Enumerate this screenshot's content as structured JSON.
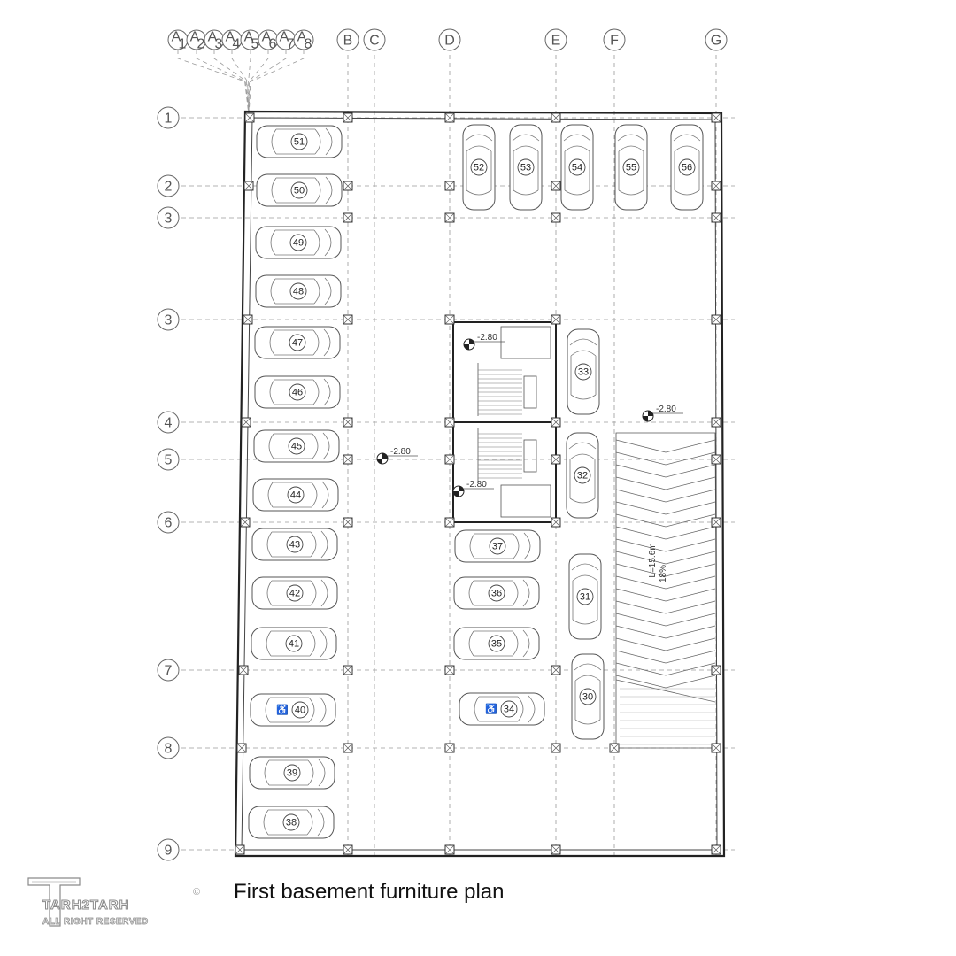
{
  "title": "First basement furniture plan",
  "logo": {
    "name": "TARH2TARH",
    "rights": "ALL RIGHT RESERVED",
    "copyright": "©"
  },
  "grid": {
    "columns_top": [
      "A1",
      "A2",
      "A3",
      "A4",
      "A5",
      "A6",
      "A7",
      "A8",
      "B",
      "C",
      "D",
      "E",
      "F",
      "G"
    ],
    "rows_left": [
      "1",
      "2",
      "3",
      "3",
      "4",
      "5",
      "6",
      "7",
      "8",
      "9"
    ]
  },
  "levels": [
    "-2.80",
    "-2.80",
    "-2.80",
    "-2.80"
  ],
  "ramp": {
    "length": "L=15.6m",
    "slope": "18%"
  },
  "parking_spaces": [
    "51",
    "50",
    "49",
    "48",
    "47",
    "46",
    "45",
    "44",
    "43",
    "42",
    "41",
    "40",
    "39",
    "38",
    "52",
    "53",
    "54",
    "55",
    "56",
    "33",
    "32",
    "31",
    "30",
    "37",
    "36",
    "35",
    "34"
  ],
  "accessible_spaces": [
    "40",
    "34"
  ],
  "colors": {
    "line": "#555555",
    "wall": "#222222",
    "grid": "#9a9a9a"
  }
}
